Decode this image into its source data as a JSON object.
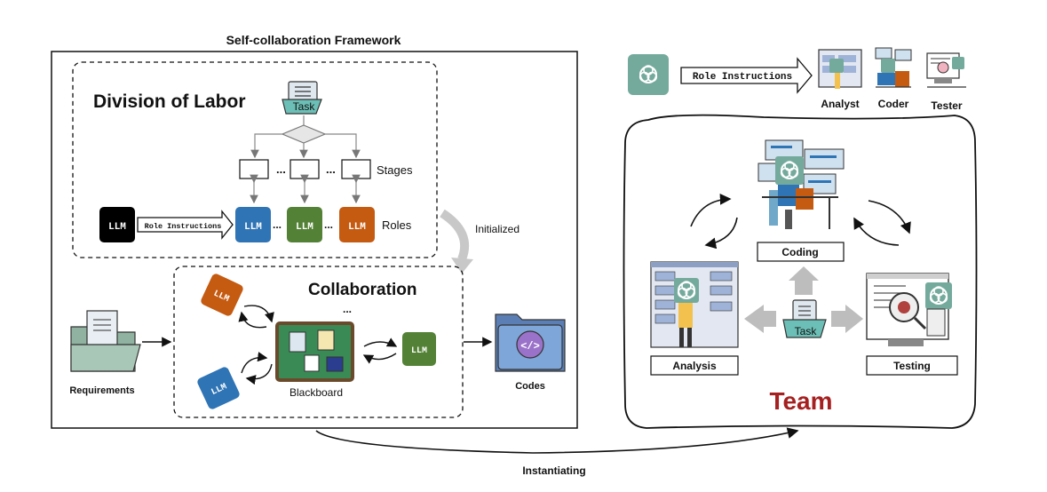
{
  "framework": {
    "title": "Self-collaboration Framework",
    "division_title": "Division of Labor",
    "collaboration_title": "Collaboration",
    "task_label": "Task",
    "stages_label": "Stages",
    "roles_label": "Roles",
    "ellipsis": "...",
    "llm_label": "LLM",
    "role_instructions_label": "Role Instructions",
    "blackboard_label": "Blackboard",
    "requirements_label": "Requirements",
    "codes_label": "Codes",
    "initialized_label": "Initialized",
    "instantiating_label": "Instantiating"
  },
  "team": {
    "role_instructions_label": "Role Instructions",
    "roles": [
      "Analyst",
      "Coder",
      "Tester"
    ],
    "stages": {
      "coding": "Coding",
      "analysis": "Analysis",
      "testing": "Testing"
    },
    "task_label": "Task",
    "team_label": "Team"
  },
  "colors": {
    "llm_blue": "#2f74b5",
    "llm_green": "#538135",
    "llm_orange": "#c55a11",
    "llm_black": "#000000",
    "team_red": "#a52020",
    "gpt_teal": "#74aa9c",
    "blackboard_green": "#3a8a56"
  }
}
